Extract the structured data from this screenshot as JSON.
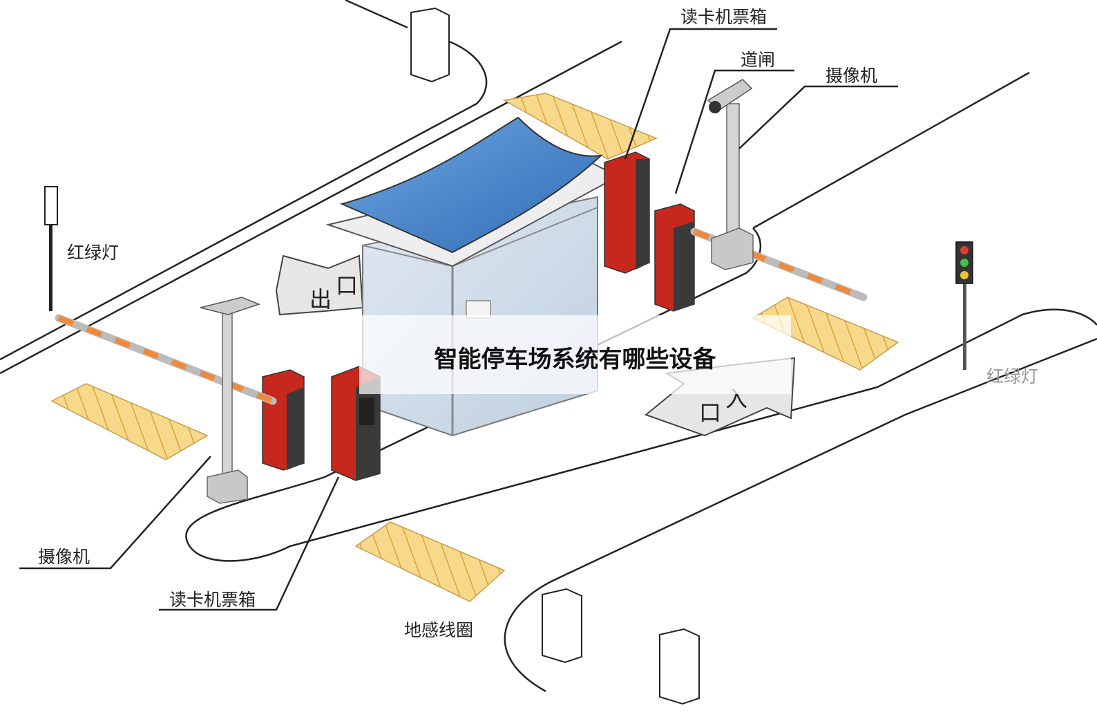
{
  "title": "智能停车场系统有哪些设备",
  "labels": {
    "card_reader_top": "读卡机票箱",
    "barrier_gate": "道闸",
    "camera_top": "摄像机",
    "traffic_light_left": "红绿灯",
    "traffic_light_right": "红绿灯",
    "camera_bottom": "摄像机",
    "card_reader_bottom": "读卡机票箱",
    "ground_loop": "地感线圈",
    "exit_char1": "出",
    "exit_char2": "口",
    "entry_char1": "口",
    "entry_char2": "入"
  },
  "colors": {
    "booth_roof": "#3f7fc6",
    "equipment_red": "#c7281e",
    "loop_yellow": "#f2c96a",
    "barrier_stripe": "#f08a3a"
  }
}
